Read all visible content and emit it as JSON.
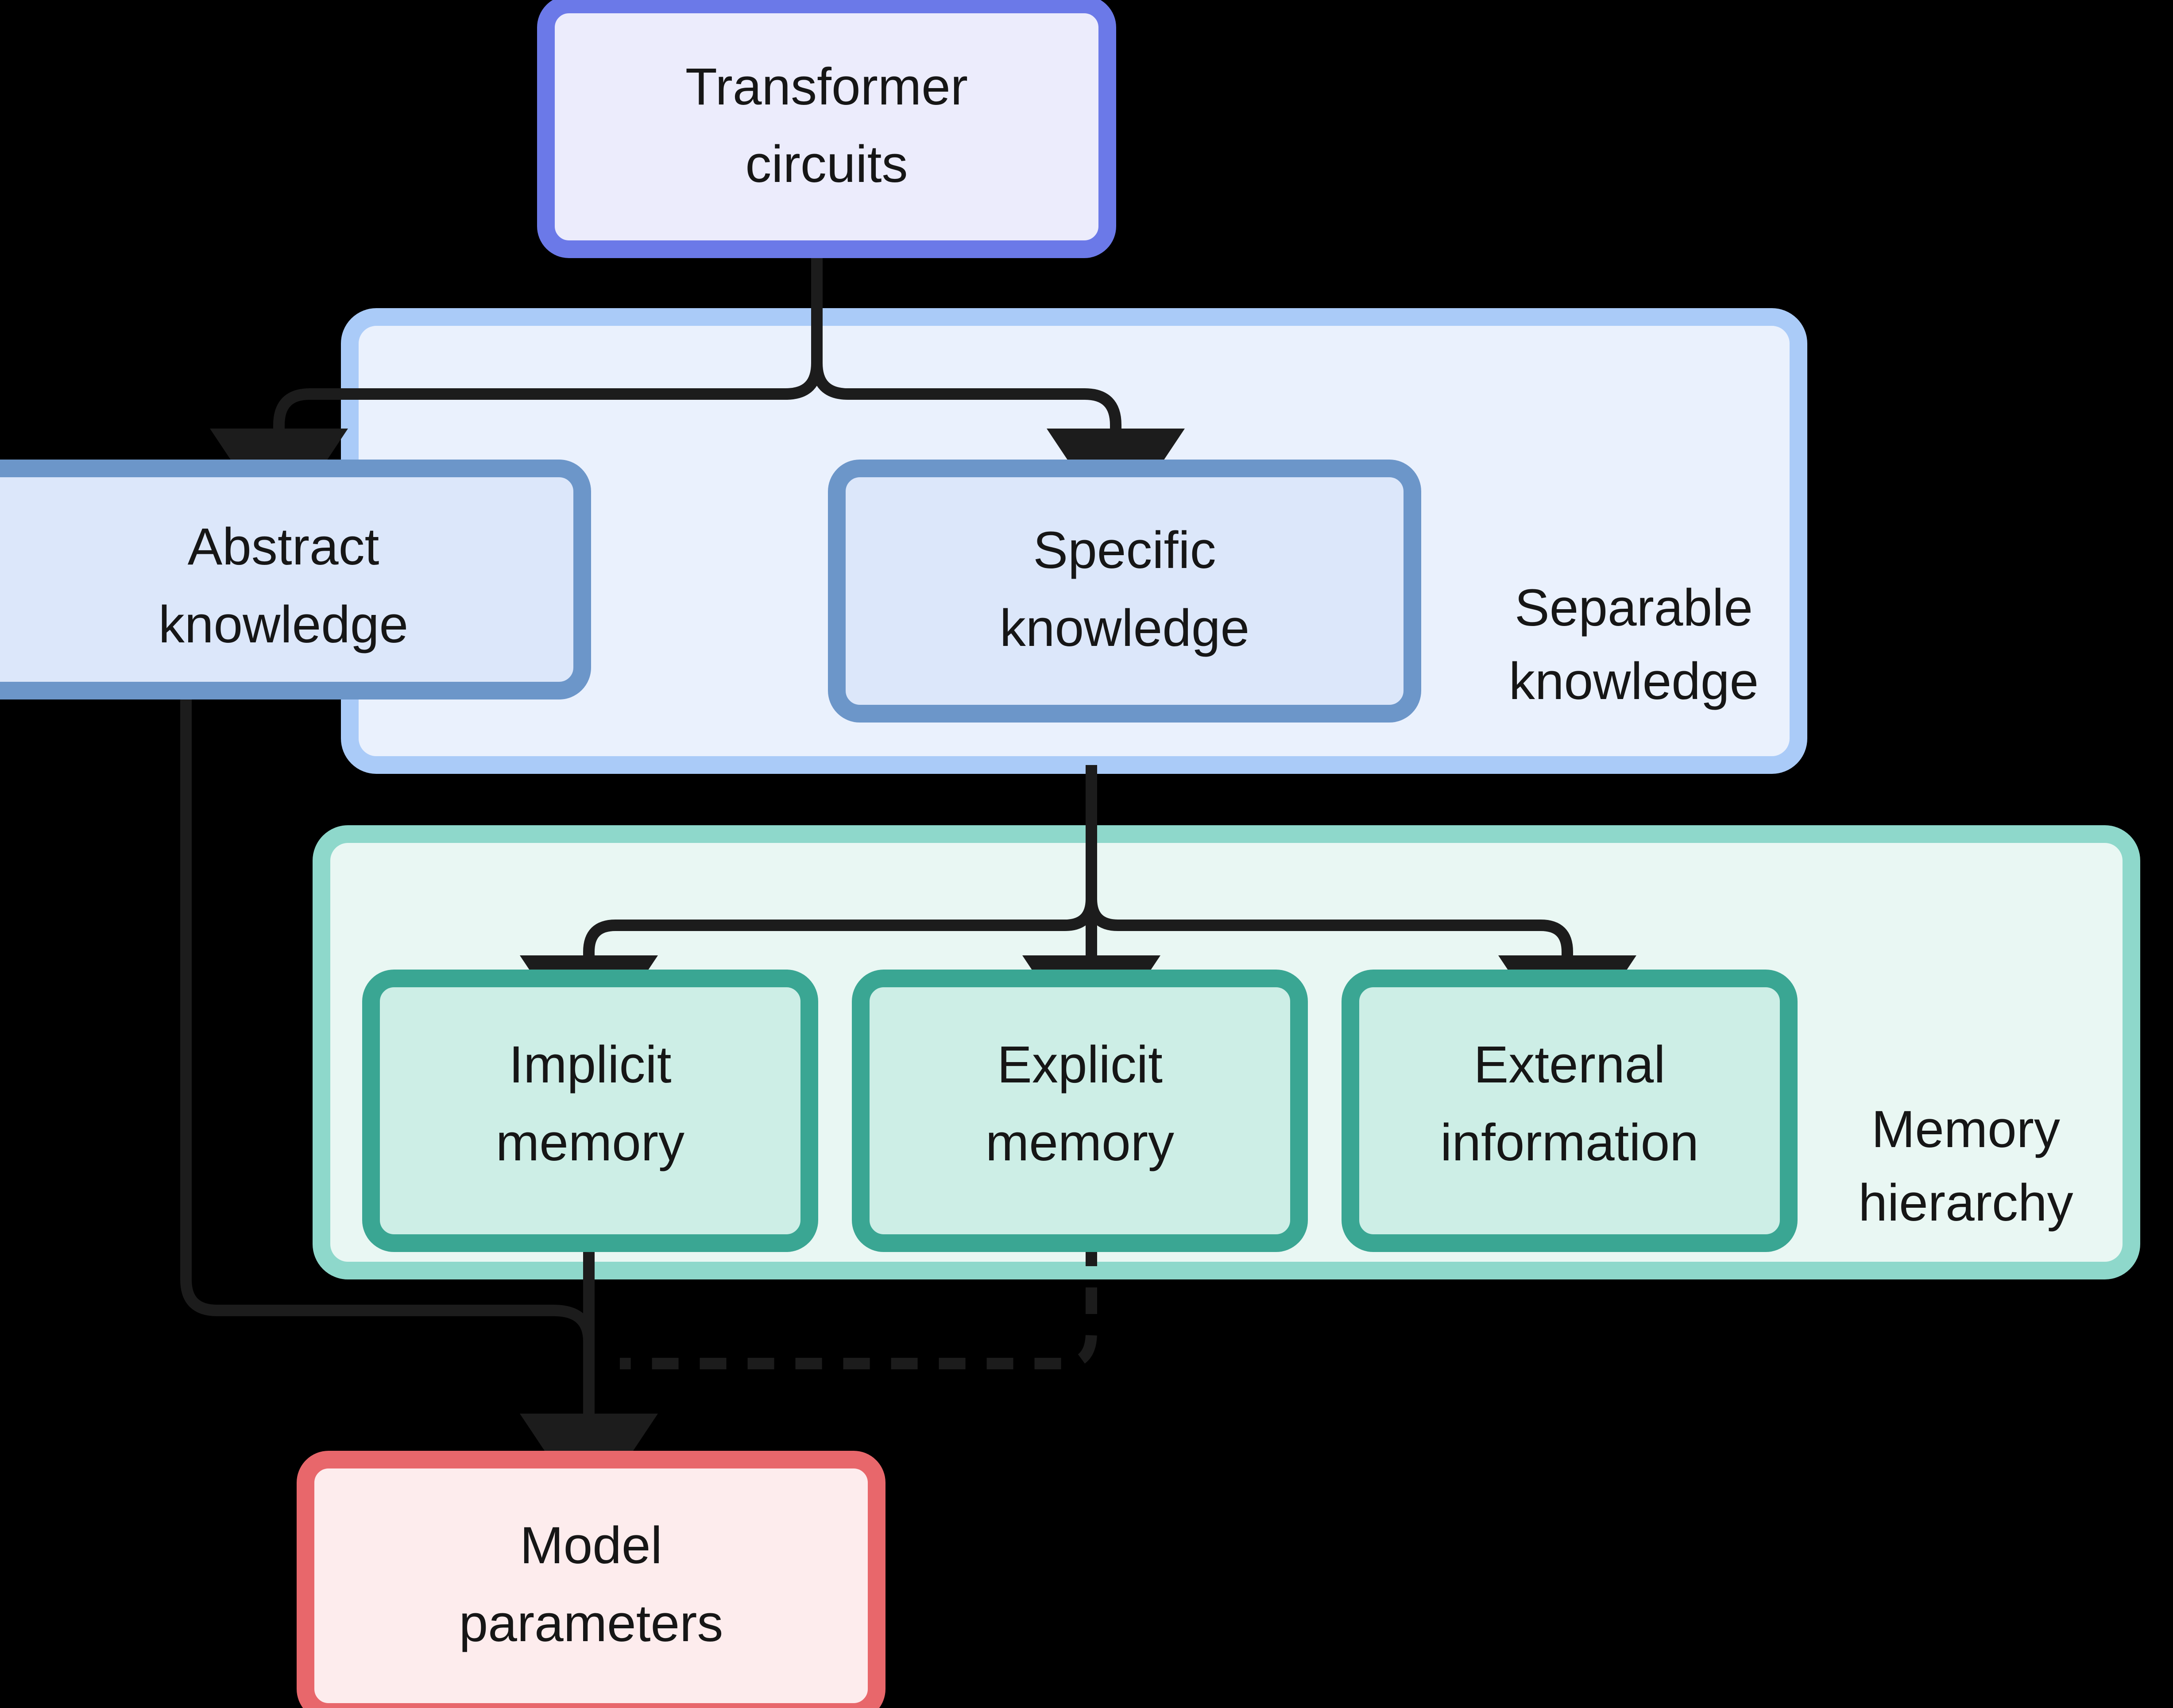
{
  "diagram": {
    "title": "Transformer circuits knowledge and memory hierarchy",
    "background_color": "#000000",
    "groups": [
      {
        "id": "separable-knowledge",
        "label_line1": "Separable",
        "label_line2": "knowledge",
        "fill": "#eaf1fd",
        "stroke": "#aacbf8"
      },
      {
        "id": "memory-hierarchy",
        "label_line1": "Memory",
        "label_line2": "hierarchy",
        "fill": "#e9f7f3",
        "stroke": "#8ed8cb"
      }
    ],
    "nodes": [
      {
        "id": "transformer-circuits",
        "label_line1": "Transformer",
        "label_line2": "circuits",
        "fill": "#ececfc",
        "stroke": "#6b79e8"
      },
      {
        "id": "abstract-knowledge",
        "label_line1": "Abstract",
        "label_line2": "knowledge",
        "fill": "#dce7fa",
        "stroke": "#6c96c9"
      },
      {
        "id": "specific-knowledge",
        "label_line1": "Specific",
        "label_line2": "knowledge",
        "fill": "#dce7fa",
        "stroke": "#6c96c9"
      },
      {
        "id": "implicit-memory",
        "label_line1": "Implicit",
        "label_line2": "memory",
        "fill": "#cdeee6",
        "stroke": "#3aa693"
      },
      {
        "id": "explicit-memory",
        "label_line1": "Explicit",
        "label_line2": "memory",
        "fill": "#cdeee6",
        "stroke": "#3aa693"
      },
      {
        "id": "external-information",
        "label_line1": "External",
        "label_line2": "information",
        "fill": "#cdeee6",
        "stroke": "#3aa693"
      },
      {
        "id": "model-parameters",
        "label_line1": "Model",
        "label_line2": "parameters",
        "fill": "#fdeced",
        "stroke": "#e8676b"
      }
    ],
    "edges": [
      {
        "id": "transformer-to-abstract",
        "from": "transformer-circuits",
        "to": "abstract-knowledge",
        "style": "solid",
        "arrow": true
      },
      {
        "id": "transformer-to-specific",
        "from": "transformer-circuits",
        "to": "specific-knowledge",
        "style": "solid",
        "arrow": true
      },
      {
        "id": "separable-to-implicit",
        "from": "separable-knowledge",
        "to": "implicit-memory",
        "style": "solid",
        "arrow": true
      },
      {
        "id": "separable-to-explicit",
        "from": "separable-knowledge",
        "to": "explicit-memory",
        "style": "solid",
        "arrow": true
      },
      {
        "id": "separable-to-external",
        "from": "separable-knowledge",
        "to": "external-information",
        "style": "solid",
        "arrow": true
      },
      {
        "id": "implicit-to-model-parameters",
        "from": "implicit-memory",
        "to": "model-parameters",
        "style": "solid",
        "arrow": true
      },
      {
        "id": "abstract-to-model-parameters",
        "from": "abstract-knowledge",
        "to": "model-parameters",
        "style": "solid",
        "arrow": false
      },
      {
        "id": "explicit-to-model-parameters",
        "from": "explicit-memory",
        "to": "model-parameters",
        "style": "dashed",
        "arrow": false
      }
    ],
    "edge_color": "#1c1c1c"
  }
}
